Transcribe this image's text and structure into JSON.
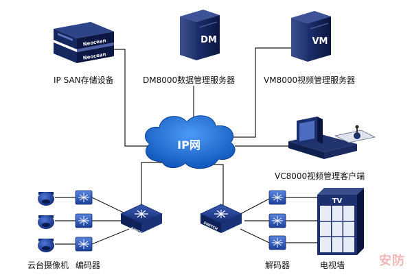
{
  "labels": {
    "ipsan": "IP SAN存储设备",
    "dm": "DM8000数据管理服务器",
    "vm": "VM8000视频管理服务器",
    "vc": "VC8000视频管理客户端",
    "cameras": "云台摄像机",
    "encoders": "编码器",
    "decoders": "解码器",
    "tvwall": "电视墙"
  },
  "device_text": {
    "neocean_top": "Neocean",
    "neocean_bottom": "Neocean",
    "dm": "DM",
    "vm": "VM",
    "cloud": "IP网",
    "switch_left": "SWITCH",
    "switch_right": "SWITCH",
    "tv": "TV"
  },
  "colors": {
    "server_dark": "#0f1f4e",
    "server_light": "#3a4d8c",
    "cloud": "#1a6fd8",
    "line": "#1a1a1a",
    "codec": "#1e4fb8"
  },
  "watermark": "安防"
}
